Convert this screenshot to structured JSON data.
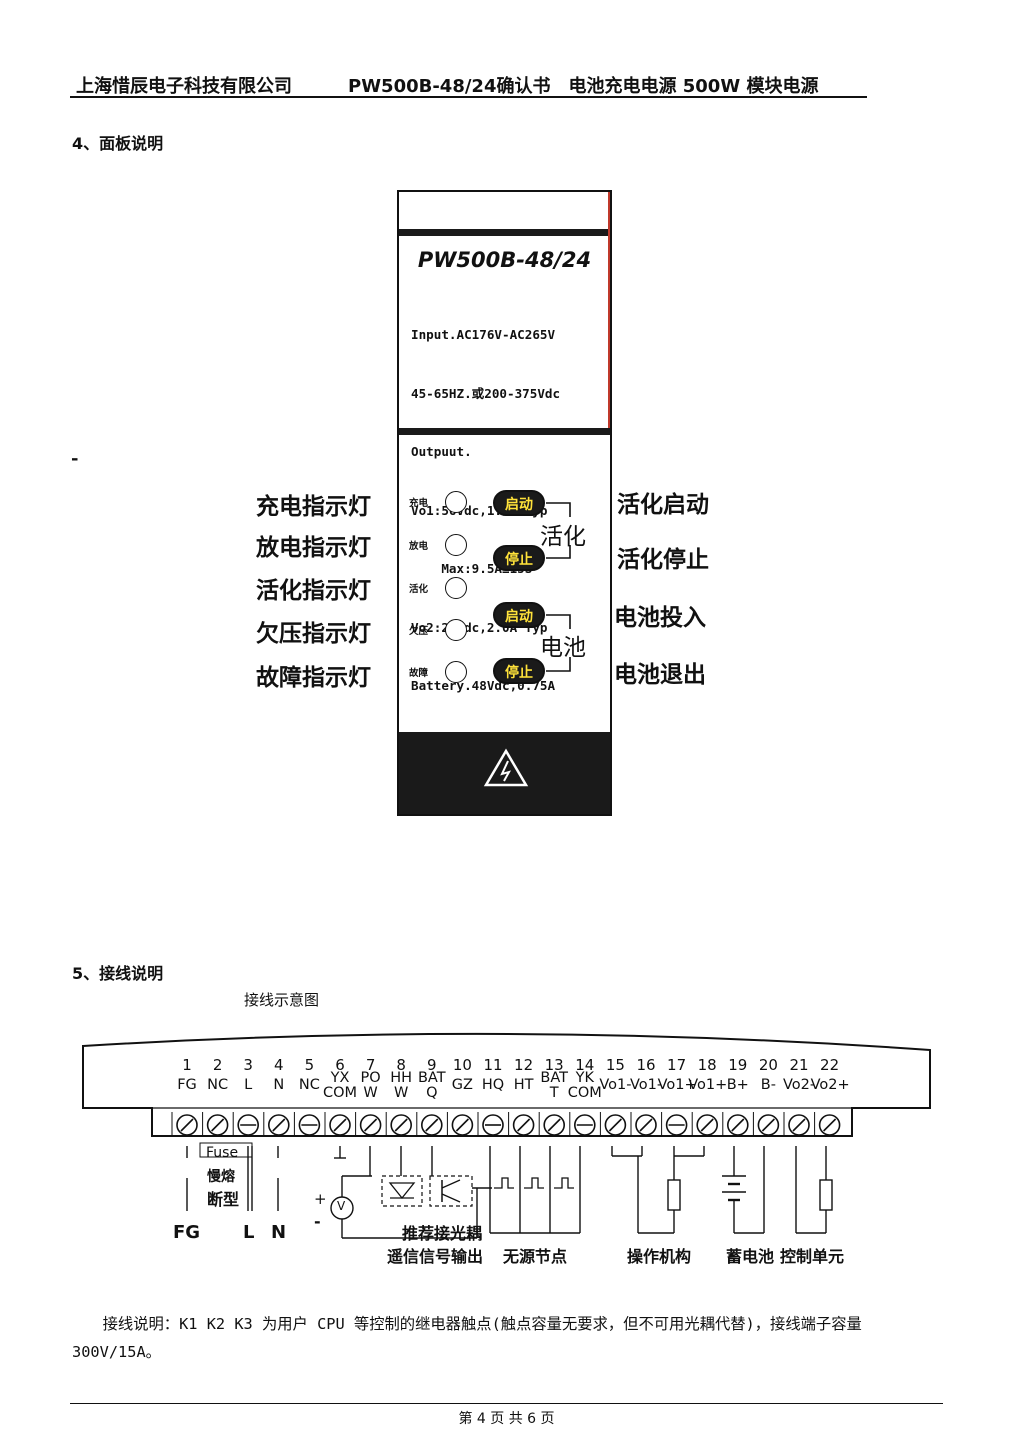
{
  "header": {
    "company": "上海惜辰电子科技有限公司",
    "doc_title": "PW500B-48/24确认书　电池充电电源 500W 模块电源"
  },
  "section4": {
    "title": "4、面板说明"
  },
  "dash": "-",
  "panel": {
    "model": "PW500B-48/24",
    "specs": [
      "Input.AC176V-AC265V",
      "45-65HZ.或200-375Vdc",
      "Outpuut.",
      "Vo1:56Vdc,1.0A Typ",
      "    Max:9.5A≤15S",
      "Vo2:25Vdc,2.0A Typ",
      "Battery.48Vdc,0.75A"
    ],
    "leds": [
      {
        "panel_text": "充电",
        "label": "充电指示灯"
      },
      {
        "panel_text": "放电",
        "label": "放电指示灯"
      },
      {
        "panel_text": "活化",
        "label": "活化指示灯"
      },
      {
        "panel_text": "欠压",
        "label": "欠压指示灯"
      },
      {
        "panel_text": "故障",
        "label": "故障指示灯"
      }
    ],
    "buttons": [
      {
        "text": "启动",
        "label": "活化启动"
      },
      {
        "text": "停止",
        "label": "活化停止"
      },
      {
        "text": "启动",
        "label": "电池投入"
      },
      {
        "text": "停止",
        "label": "电池退出"
      }
    ],
    "groups": [
      "活化",
      "电池"
    ]
  },
  "section5": {
    "title": "5、接线说明",
    "caption": "接线示意图"
  },
  "terminals": [
    {
      "num": "1",
      "label": "FG"
    },
    {
      "num": "2",
      "label": "NC"
    },
    {
      "num": "3",
      "label": "L"
    },
    {
      "num": "4",
      "label": "N"
    },
    {
      "num": "5",
      "label": "NC"
    },
    {
      "num": "6",
      "label": "YX\nCOM"
    },
    {
      "num": "7",
      "label": "PO\nW"
    },
    {
      "num": "8",
      "label": "HH\nW"
    },
    {
      "num": "9",
      "label": "BAT\nQ"
    },
    {
      "num": "10",
      "label": "GZ"
    },
    {
      "num": "11",
      "label": "HQ"
    },
    {
      "num": "12",
      "label": "HT"
    },
    {
      "num": "13",
      "label": "BAT\nT"
    },
    {
      "num": "14",
      "label": "YK\nCOM"
    },
    {
      "num": "15",
      "label": "Vo1-"
    },
    {
      "num": "16",
      "label": "Vo1-"
    },
    {
      "num": "17",
      "label": "Vo1+"
    },
    {
      "num": "18",
      "label": "Vo1+"
    },
    {
      "num": "19",
      "label": "B+"
    },
    {
      "num": "20",
      "label": "B-"
    },
    {
      "num": "21",
      "label": "Vo2-"
    },
    {
      "num": "22",
      "label": "Vo2+"
    }
  ],
  "wiring_labels": {
    "fuse": "Fuse",
    "fuse_type": "慢熔",
    "fuse_type2": "断型",
    "fg": "FG",
    "l": "L",
    "n": "N",
    "plus": "+",
    "minus": "-",
    "v": "V",
    "optocoupler": "推荐接光耦",
    "remote_signal": "遥信信号输出",
    "dry_contact": "无源节点",
    "actuator": "操作机构",
    "battery": "蓄电池",
    "control_unit": "控制单元"
  },
  "note": {
    "line1": "　　接线说明：K1 K2 K3 为用户 CPU 等控制的继电器触点(触点容量无要求，但不可用光耦代替)，接线端子容量",
    "line2": "300V/15A。"
  },
  "footer": "第 4 页 共 6 页"
}
